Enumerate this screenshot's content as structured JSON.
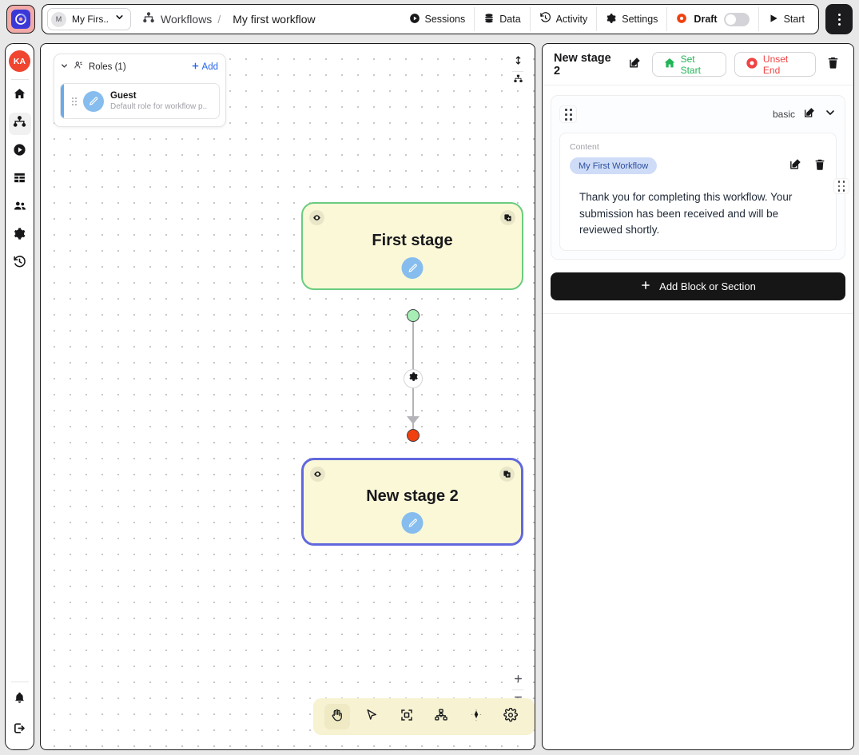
{
  "app": {
    "logo_icon": "app-logo-icon"
  },
  "topbar": {
    "project": {
      "avatar_letter": "M",
      "name": "My Firs..",
      "chevron": "chevron-down-icon"
    },
    "breadcrumb": {
      "root": "Workflows",
      "separator": "/",
      "current": "My first workflow"
    },
    "actions": [
      {
        "label": "Sessions",
        "icon": "play-circle-icon"
      },
      {
        "label": "Data",
        "icon": "database-icon"
      },
      {
        "label": "Activity",
        "icon": "history-icon"
      },
      {
        "label": "Settings",
        "icon": "gear-icon"
      }
    ],
    "status": {
      "label": "Draft",
      "icon": "record-circle-icon",
      "toggle_on": false
    },
    "start": {
      "label": "Start",
      "icon": "play-icon"
    },
    "overflow_icon": "kebab-menu-icon"
  },
  "rail": {
    "avatar": "KA",
    "items": [
      {
        "name": "home",
        "icon": "home-icon",
        "active": false
      },
      {
        "name": "workflows",
        "icon": "workflow-node-icon",
        "active": true
      },
      {
        "name": "sessions",
        "icon": "play-circle-icon",
        "active": false
      },
      {
        "name": "data",
        "icon": "table-icon",
        "active": false
      },
      {
        "name": "people",
        "icon": "users-icon",
        "active": false
      },
      {
        "name": "settings",
        "icon": "gear-icon",
        "active": false
      },
      {
        "name": "history",
        "icon": "history-icon",
        "active": false
      }
    ],
    "bottom": [
      {
        "name": "notifications",
        "icon": "bell-icon"
      },
      {
        "name": "logout",
        "icon": "logout-icon"
      }
    ]
  },
  "canvas": {
    "roles": {
      "title": "Roles (1)",
      "add_label": "Add",
      "collapse_icon": "chevron-down-icon",
      "people_icon": "people-icon",
      "plus_icon": "plus-icon",
      "items": [
        {
          "name": "Guest",
          "description": "Default role for workflow p..",
          "avatar_icon": "pencil-icon"
        }
      ]
    },
    "controls_top": [
      {
        "name": "fit-vertical",
        "icon": "arrows-vertical-icon"
      },
      {
        "name": "auto-layout",
        "icon": "hierarchy-icon"
      }
    ],
    "controls_bottom": [
      {
        "name": "zoom-in",
        "icon": "plus-icon"
      },
      {
        "name": "zoom-out",
        "icon": "minus-icon"
      }
    ],
    "stages": [
      {
        "title": "First stage",
        "state": "start",
        "eye_icon": "eye-icon",
        "duplicate_icon": "duplicate-icon",
        "edit_icon": "pencil-icon"
      },
      {
        "title": "New stage 2",
        "state": "selected",
        "eye_icon": "eye-icon",
        "duplicate_icon": "duplicate-icon",
        "edit_icon": "pencil-icon"
      }
    ],
    "connector": {
      "start_handle_icon": "connector-start-dot",
      "end_handle_icon": "connector-end-dot",
      "settings_icon": "gear-icon"
    },
    "dock": [
      {
        "name": "pan-tool",
        "icon": "hand-icon",
        "active": true
      },
      {
        "name": "select-tool",
        "icon": "cursor-icon",
        "active": false
      },
      {
        "name": "frame-tool",
        "icon": "frame-icon",
        "active": false
      },
      {
        "name": "layout-tool",
        "icon": "hierarchy-icon",
        "active": false
      },
      {
        "name": "magic-tool",
        "icon": "sparkle-icon",
        "active": false
      },
      {
        "name": "canvas-settings",
        "icon": "gear-icon",
        "active": false
      }
    ]
  },
  "panel": {
    "title": "New stage 2",
    "edit_icon": "pencil-square-icon",
    "set_start": {
      "label": "Set Start",
      "icon": "home-icon"
    },
    "unset_end": {
      "label": "Unset End",
      "icon": "record-circle-icon"
    },
    "delete_icon": "trash-icon",
    "section": {
      "grip_icon": "drag-grip-icon",
      "kind": "basic",
      "edit_icon": "pencil-square-icon",
      "collapse_icon": "chevron-down-icon",
      "block": {
        "label": "Content",
        "tag": "My First Workflow",
        "edit_icon": "pencil-square-icon",
        "delete_icon": "trash-icon",
        "grip_icon": "drag-grip-icon",
        "text": "Thank you for completing this workflow. Your submission has been received and will be reviewed shortly."
      }
    },
    "add_block": {
      "label": "Add Block or Section",
      "icon": "plus-icon"
    }
  },
  "colors": {
    "accent_blue": "#2563eb",
    "start_green": "#69cc7f",
    "selected_indigo": "#6168dd",
    "stage_fill": "#fbf8d8",
    "end_red": "#f0400f",
    "avatar_red": "#f0452f"
  }
}
